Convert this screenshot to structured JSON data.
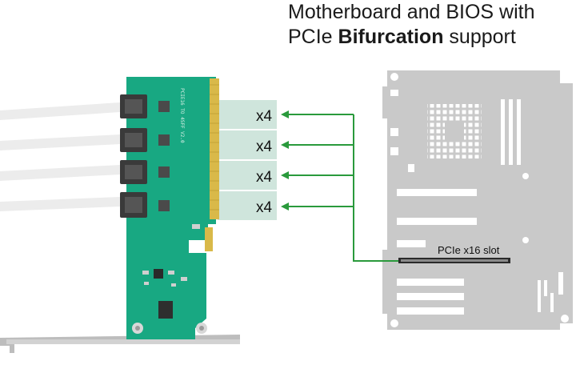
{
  "heading": {
    "line1": "Motherboard and BIOS with",
    "line2_prefix": "PCIe ",
    "line2_bold": "Bifurcation",
    "line2_suffix": " support"
  },
  "lanes": [
    {
      "label": "x4"
    },
    {
      "label": "x4"
    },
    {
      "label": "x4"
    },
    {
      "label": "x4"
    }
  ],
  "motherboard": {
    "slot_label": "PCIe x16 slot"
  },
  "card": {
    "silkscreen": "PCIE16 TO 4SFF V2.0"
  },
  "colors": {
    "pcb": "#18a882",
    "pcb_dark": "#0f8a6a",
    "gold": "#d9b949",
    "arrow": "#2a9a3c",
    "lane_band": "#cfe5dc",
    "motherboard": "#c9c9c9",
    "motherboard_cutout": "#ffffff",
    "bracket": "#bdbdbd",
    "connector": "#3a3a3a",
    "cable": "#e8e8e8"
  }
}
